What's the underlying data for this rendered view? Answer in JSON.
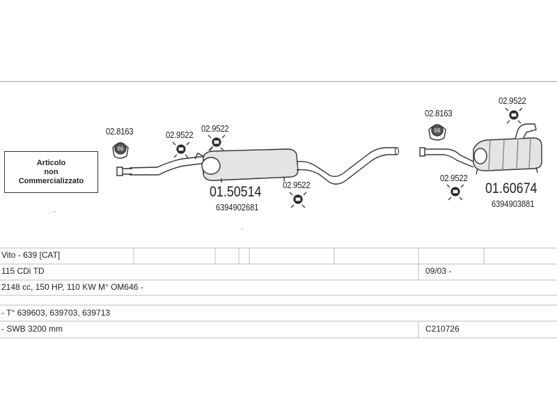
{
  "not_sold_box": [
    "Articolo",
    "non",
    "Commercializzato"
  ],
  "refs": {
    "front_mount": "02.8163",
    "front_hanger_a": "02.9522",
    "front_hanger_b": "02.9522",
    "front_hanger_c": "02.9522",
    "rear_mount": "02.8163",
    "rear_hanger_top": "02.9522",
    "rear_hanger_bottom": "02.9522",
    "mount_badge": "66"
  },
  "parts": {
    "front": {
      "part_no": "01.50514",
      "oem_no": "6394902681"
    },
    "rear": {
      "part_no": "01.60674",
      "oem_no": "6394903881"
    }
  },
  "vehicle_table": {
    "model": "Vito - 639  [CAT]",
    "version": "115 CDi TD",
    "date": "09/03 -",
    "engine": "2148 cc, 150 HP, 110 KW M° OM646 -",
    "types": "- T° 639603, 639703, 639713",
    "wheelbase": "- SWB 3200 mm",
    "code": "C210726"
  }
}
